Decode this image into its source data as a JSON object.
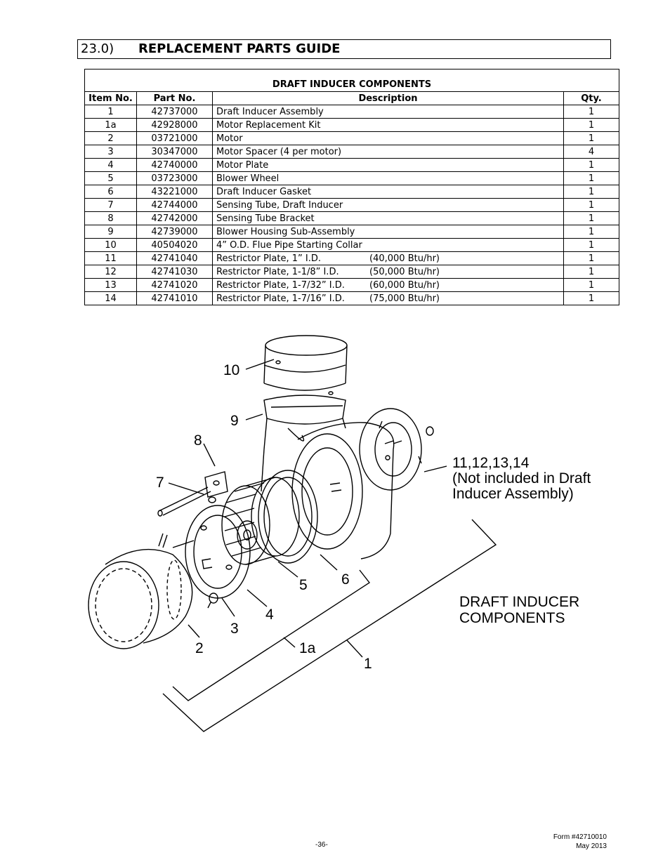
{
  "section": {
    "number": "23.0)",
    "title": "REPLACEMENT PARTS GUIDE"
  },
  "table": {
    "caption": "DRAFT INDUCER COMPONENTS",
    "headers": {
      "item": "Item No.",
      "part": "Part No.",
      "description": "Description",
      "qty": "Qty."
    },
    "rows": [
      {
        "item": "1",
        "part": "42737000",
        "description": "Draft Inducer Assembly",
        "rating": "",
        "qty": "1"
      },
      {
        "item": "1a",
        "part": "42928000",
        "description": "Motor Replacement Kit",
        "rating": "",
        "qty": "1"
      },
      {
        "item": "2",
        "part": "03721000",
        "description": "Motor",
        "rating": "",
        "qty": "1"
      },
      {
        "item": "3",
        "part": "30347000",
        "description": "Motor Spacer  (4 per motor)",
        "rating": "",
        "qty": "4"
      },
      {
        "item": "4",
        "part": "42740000",
        "description": "Motor Plate",
        "rating": "",
        "qty": "1"
      },
      {
        "item": "5",
        "part": "03723000",
        "description": "Blower Wheel",
        "rating": "",
        "qty": "1"
      },
      {
        "item": "6",
        "part": "43221000",
        "description": "Draft Inducer Gasket",
        "rating": "",
        "qty": "1"
      },
      {
        "item": "7",
        "part": "42744000",
        "description": "Sensing Tube, Draft Inducer",
        "rating": "",
        "qty": "1"
      },
      {
        "item": "8",
        "part": "42742000",
        "description": "Sensing Tube Bracket",
        "rating": "",
        "qty": "1"
      },
      {
        "item": "9",
        "part": "42739000",
        "description": "Blower Housing Sub-Assembly",
        "rating": "",
        "qty": "1"
      },
      {
        "item": "10",
        "part": "40504020",
        "description": "4” O.D. Flue Pipe Starting Collar",
        "rating": "",
        "qty": "1"
      },
      {
        "item": "11",
        "part": "42741040",
        "description": "Restrictor Plate, 1” I.D.",
        "rating": "(40,000 Btu/hr)",
        "qty": "1"
      },
      {
        "item": "12",
        "part": "42741030",
        "description": "Restrictor Plate, 1-1/8” I.D.",
        "rating": "(50,000 Btu/hr)",
        "qty": "1"
      },
      {
        "item": "13",
        "part": "42741020",
        "description": "Restrictor Plate, 1-7/32” I.D.",
        "rating": "(60,000 Btu/hr)",
        "qty": "1"
      },
      {
        "item": "14",
        "part": "42741010",
        "description": "Restrictor Plate, 1-7/16” I.D.",
        "rating": "(75,000 Btu/hr)",
        "qty": "1"
      }
    ]
  },
  "diagram": {
    "callouts": {
      "c10": "10",
      "c9": "9",
      "c8": "8",
      "c7": "7",
      "c6": "6",
      "c5": "5",
      "c4": "4",
      "c3": "3",
      "c2": "2",
      "c1a": "1a",
      "c1": "1"
    },
    "restrictor_note": [
      "11,12,13,14",
      "(Not included in Draft",
      "Inducer Assembly)"
    ],
    "group_label": [
      "DRAFT INDUCER",
      "COMPONENTS"
    ]
  },
  "footer": {
    "page": "-36-",
    "form": "Form #42710010",
    "date": "May 2013"
  }
}
